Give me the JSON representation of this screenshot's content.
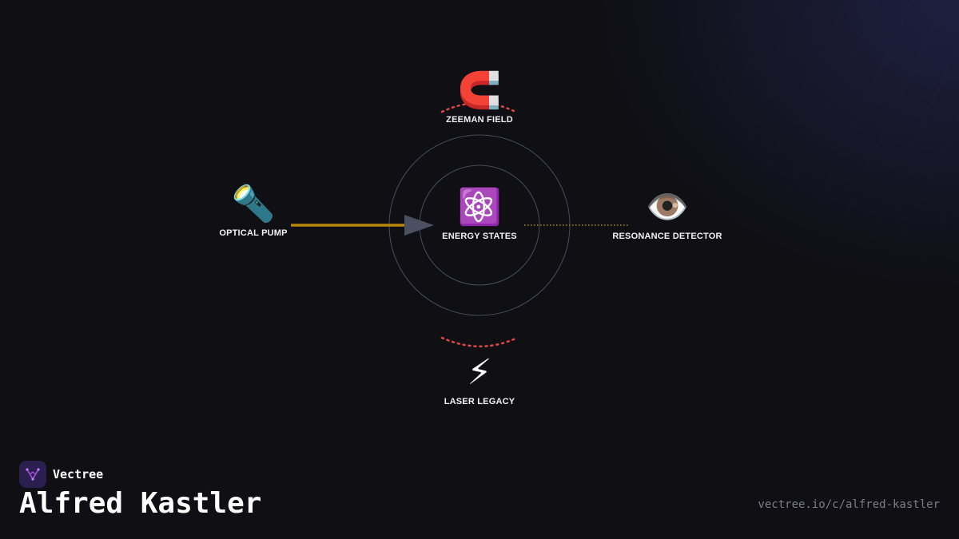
{
  "diagram": {
    "center": {
      "label": "ENERGY STATES",
      "icon": "atom-icon",
      "emoji": "⚛️"
    },
    "top": {
      "label": "ZEEMAN FIELD",
      "icon": "magnet-icon",
      "emoji": "🧲"
    },
    "left": {
      "label": "OPTICAL PUMP",
      "icon": "flashlight-icon",
      "emoji": "🔦"
    },
    "right": {
      "label": "RESONANCE DETECTOR",
      "icon": "eye-icon",
      "emoji": "👁️"
    },
    "bottom": {
      "label": "LASER LEGACY",
      "icon": "lightning-icon",
      "emoji": "⚡"
    },
    "colors": {
      "pump_beam": "#b8860b",
      "arrow": "#4a5060",
      "ring": "#4a4e5c",
      "arc": "#e04848",
      "detector_link": "#8a6a2a"
    }
  },
  "brand": {
    "name": "Vectree",
    "icon": "vectree-logo-icon"
  },
  "title": "Alfred Kastler",
  "url": "vectree.io/c/alfred-kastler"
}
